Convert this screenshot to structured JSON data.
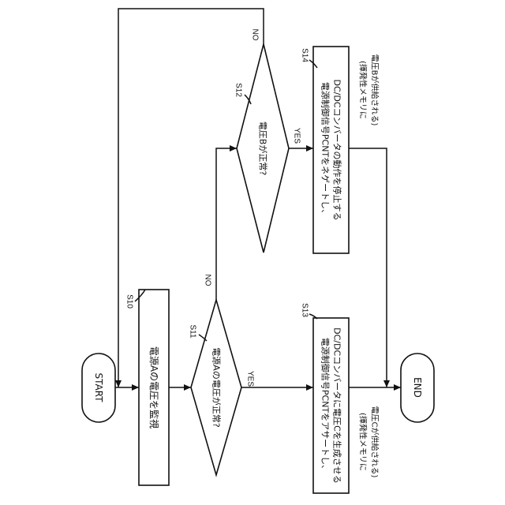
{
  "flowchart": {
    "start": "START",
    "end": "END",
    "s10": {
      "step": "S10",
      "text": "電源Aの電圧を監視"
    },
    "s11": {
      "step": "S11",
      "text": "電源Aの電圧が正常?"
    },
    "s12": {
      "step": "S12",
      "text": "電圧Bが正常?"
    },
    "s13": {
      "step": "S13",
      "line1": "電源制御信号PCNTをアサートし、",
      "line2": "DC/DCコンバータに電圧Cを生成させる"
    },
    "s14": {
      "step": "S14",
      "line1": "電源制御信号PCNTをネゲートし、",
      "line2": "DC/DCコンバータの動作を停止する"
    },
    "note_c": {
      "line1": "(揮発性メモリに",
      "line2": "電圧Cが供給される)"
    },
    "note_b": {
      "line1": "(揮発性メモリに",
      "line2": "電圧Bが供給される)"
    },
    "branch": {
      "yes": "YES",
      "no": "NO"
    }
  }
}
